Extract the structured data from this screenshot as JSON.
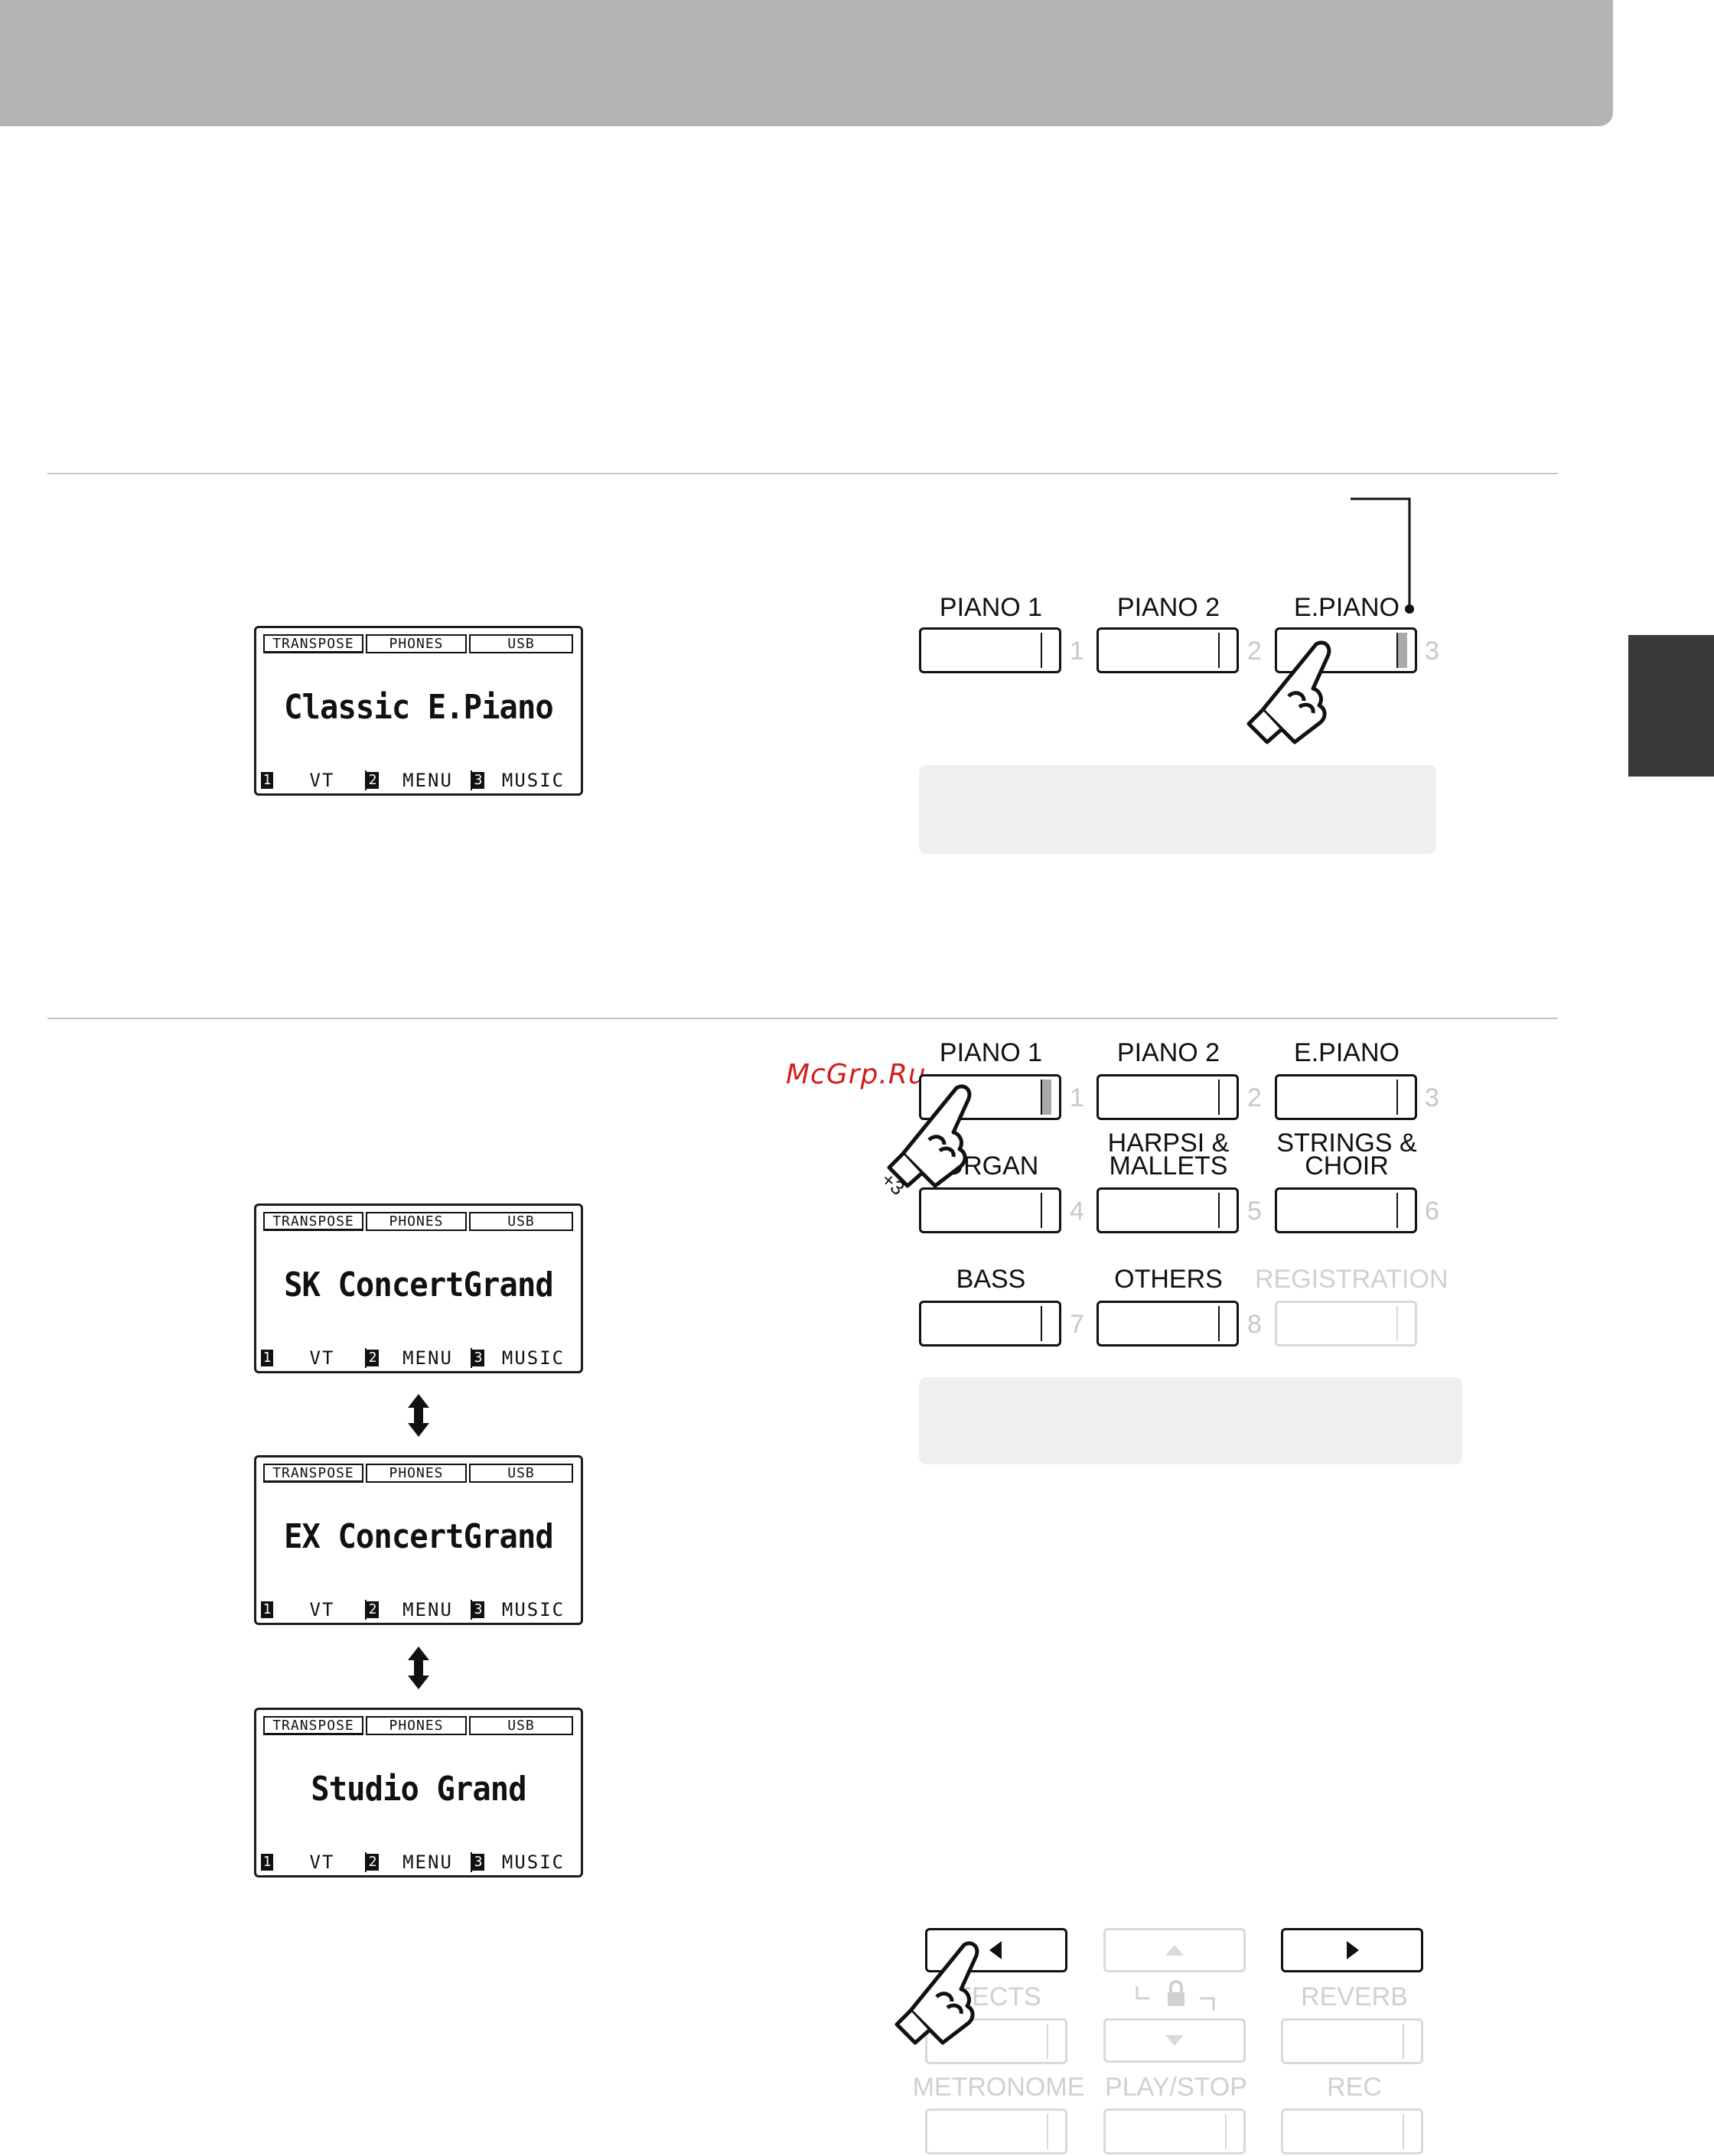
{
  "side_tab": {
    "color": "#3a3a3a"
  },
  "header_bar": {
    "color": "#b3b3b3"
  },
  "lcd_status": [
    "TRANSPOSE",
    "PHONES",
    "USB"
  ],
  "lcd_functions": [
    {
      "num": "1",
      "label": "VT"
    },
    {
      "num": "2",
      "label": "MENU"
    },
    {
      "num": "3",
      "label": "MUSIC"
    }
  ],
  "section1": {
    "lcd_name": "Classic E.Piano",
    "buttons": [
      {
        "label": "PIANO 1",
        "num": "1"
      },
      {
        "label": "PIANO 2",
        "num": "2"
      },
      {
        "label": "E.PIANO",
        "num": "3"
      }
    ]
  },
  "section2": {
    "watermark": "McGrp.Ru",
    "hand_note": "+3",
    "lcd_names": [
      "SK ConcertGrand",
      "EX ConcertGrand",
      "Studio Grand"
    ],
    "buttons": [
      {
        "label": "PIANO 1",
        "num": "1"
      },
      {
        "label": "PIANO 2",
        "num": "2"
      },
      {
        "label": "E.PIANO",
        "num": "3"
      },
      {
        "label": "ORGAN",
        "num": "4"
      },
      {
        "label_line1": "HARPSI &",
        "label_line2": "MALLETS",
        "num": "5"
      },
      {
        "label_line1": "STRINGS &",
        "label_line2": "CHOIR",
        "num": "6"
      },
      {
        "label": "BASS",
        "num": "7"
      },
      {
        "label": "OTHERS",
        "num": "8"
      },
      {
        "label": "REGISTRATION"
      }
    ],
    "panel2": {
      "effects": "FECTS",
      "reverb": "REVERB",
      "metronome": "METRONOME",
      "play_stop": "PLAY/STOP",
      "rec": "REC"
    }
  }
}
